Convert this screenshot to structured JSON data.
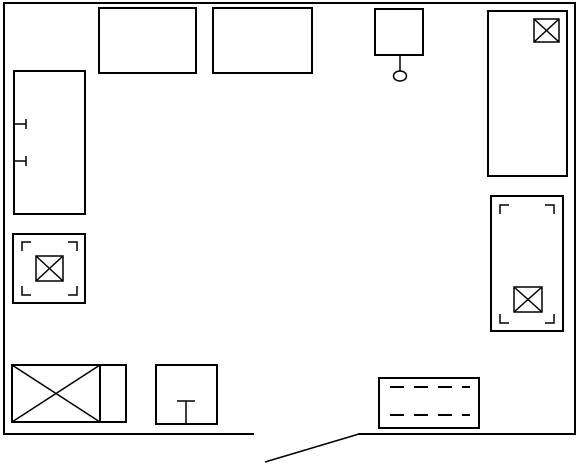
{
  "diagram": {
    "kind": "floor-plan",
    "colors": {
      "background": "#ffffff",
      "stroke": "#000000"
    },
    "furniture": [
      "wall-outline",
      "door-opening",
      "cabinet-top-left",
      "cabinet-top-middle",
      "sink",
      "bed-right",
      "desk-left",
      "cabinet-left-middle",
      "table-right",
      "wardrobe-bottom-left",
      "stool-bottom",
      "sofa-bottom-right"
    ]
  }
}
